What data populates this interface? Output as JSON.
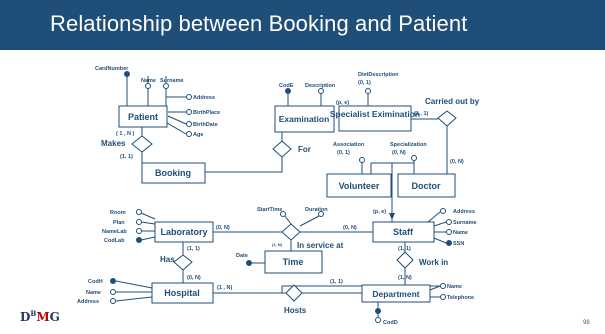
{
  "slide": {
    "title": "Relationship between Booking and Patient",
    "page_number": "98",
    "logo": {
      "d": "D",
      "b": "B",
      "m": "M",
      "g": "G"
    }
  },
  "entities": {
    "patient": "Patient",
    "booking": "Booking",
    "examination": "Examination",
    "specialist_examination": "Specialist Eximination",
    "volunteer": "Volunteer",
    "doctor": "Doctor",
    "laboratory": "Laboratory",
    "staff": "Staff",
    "time": "Time",
    "hospital": "Hospital",
    "department": "Department"
  },
  "relationships": {
    "makes": "Makes",
    "for": "For",
    "carried_out_by": "Carried out by",
    "in_service_at": "In service at",
    "has": "Has",
    "work_in": "Work in",
    "hosts": "Hosts"
  },
  "attributes": {
    "cardnumber": "CardNumber",
    "name_patient": "Name",
    "surname_patient": "Surname",
    "address_patient": "Address",
    "birthplace": "BirthPlace",
    "birthdate": "BirthDate",
    "age": "Age",
    "code": "CodE",
    "description": "Description",
    "dietdescription": "DietDescription",
    "diet_card": "(0, 1)",
    "association": "Association",
    "association_card": "(0, 1)",
    "specialization": "Specialization",
    "specialization_card": "(0, N)",
    "room": "Room",
    "plan": "Plan",
    "namelab": "NameLab",
    "codlab": "CodLab",
    "starttime": "StartTime",
    "duration": "Duration",
    "date": "Date",
    "address_staff": "Address",
    "surname_staff": "Surname",
    "name_staff": "Name",
    "ssn": "SSN",
    "codh": "CodH",
    "name_hospital": "Name",
    "address_hospital": "Address",
    "name_dept": "Name",
    "telephone": "Telephone",
    "codd": "CodD"
  },
  "cardinalities": {
    "patient_makes": "( 1 , N )",
    "booking_makes": "(1, 1)",
    "exam_generalization": "(p, e)",
    "specialist_carried": "(1 , 1)",
    "doctor_carried": "(0, N)",
    "lab_service": "(0, N)",
    "staff_service": "(0, N)",
    "staff_generalization": "(p, e)",
    "time_service": "(1, N)",
    "lab_has": "(1, 1)",
    "hospital_has": "(0, N)",
    "staff_workin": "(1, 1)",
    "dept_workin": "(1, N)",
    "hospital_hosts": "(1 , N)",
    "dept_hosts": "(1, 1)"
  },
  "colors": {
    "title_bar": "#1f4e79",
    "accent": "#1f4e79",
    "logo_red": "#c00000"
  }
}
